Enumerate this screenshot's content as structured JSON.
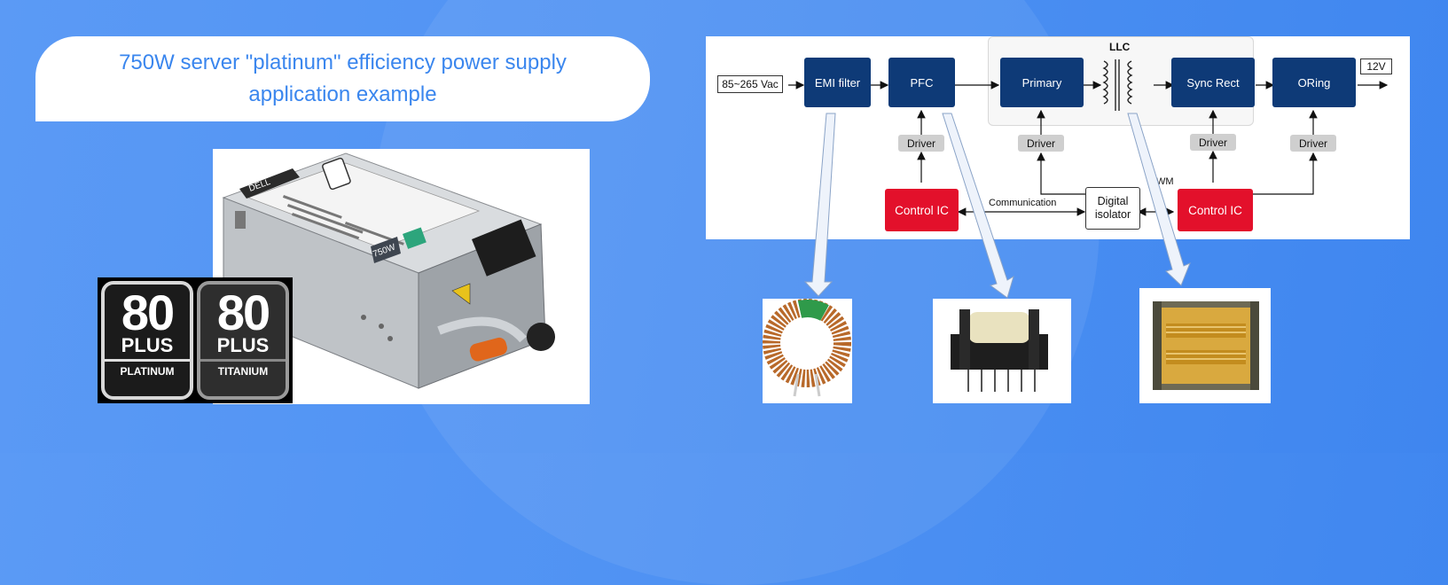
{
  "slide": {
    "title": "750W server \"platinum\" efficiency power supply application example"
  },
  "psu_photo": {
    "brand": "DELL",
    "wattage": "750W",
    "efficiency_label": "80 PLUS"
  },
  "badges": [
    {
      "num": "80",
      "plus": "PLUS",
      "tier": "PLATINUM"
    },
    {
      "num": "80",
      "plus": "PLUS",
      "tier": "TITANIUM"
    }
  ],
  "diagram": {
    "input_label": "85~265 Vac",
    "output_label": "12V",
    "llc_label": "LLC",
    "blocks": {
      "emi": "EMI filter",
      "pfc": "PFC",
      "primary": "Primary",
      "sync": "Sync Rect",
      "oring": "ORing"
    },
    "drivers": [
      "Driver",
      "Driver",
      "Driver",
      "Driver"
    ],
    "control_left": "Control IC",
    "control_right": "Control IC",
    "isolator_line1": "Digital",
    "isolator_line2": "isolator",
    "communication_label": "Communication",
    "pwm_label": "WM"
  },
  "colors": {
    "background": "#4f92f3",
    "title_text": "#3a86ee",
    "block_blue": "#0e3a77",
    "control_red": "#e3102b",
    "driver_gray": "#cfcfcf"
  }
}
